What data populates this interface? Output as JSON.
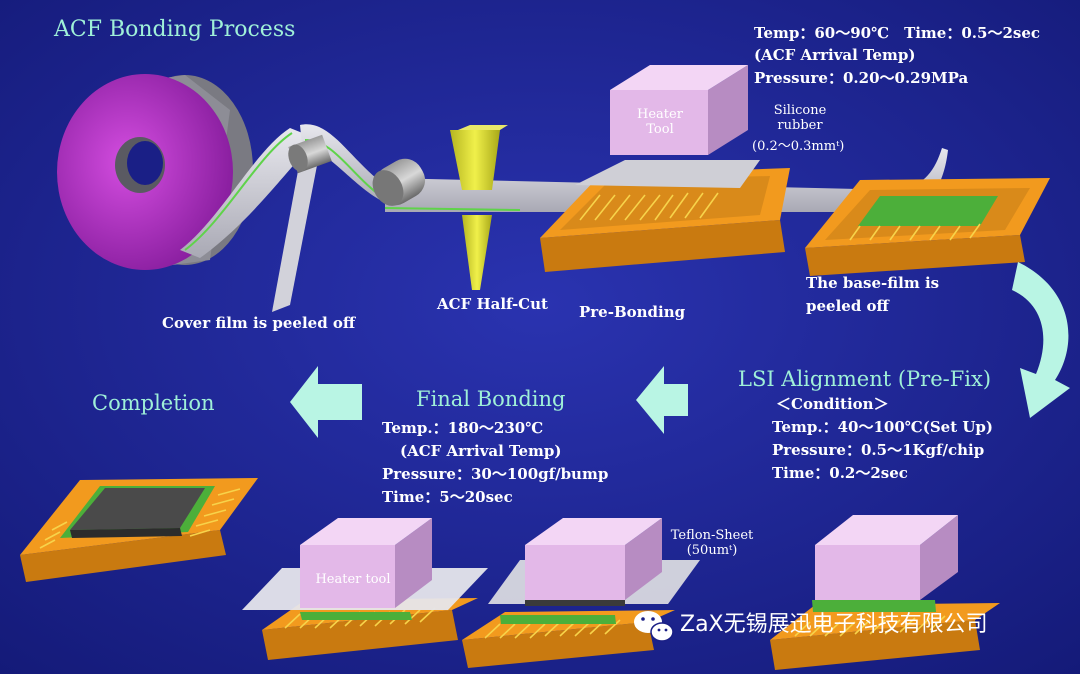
{
  "title": "ACF Bonding Process",
  "top_spec": {
    "line1": "Temp：60～90℃　Time：0.5～2sec",
    "line2": "(ACF Arrival Temp)",
    "line3": "Pressure：0.20～0.29MPa"
  },
  "heater_tool_top": {
    "line1": "Heater",
    "line2": "Tool"
  },
  "silicone": {
    "line1": "Silicone",
    "line2": "rubber",
    "line3": "(0.2～0.3mmᵗ)"
  },
  "labels": {
    "cover_film": "Cover film is peeled off",
    "acf_half_cut": "ACF Half-Cut",
    "pre_bonding": "Pre-Bonding",
    "base_film_1": "The base-film is",
    "base_film_2": "peeled off"
  },
  "lsi": {
    "heading": "LSI Alignment (Pre-Fix)",
    "condition": "＜Condition＞",
    "temp": "Temp.：40～100℃(Set Up)",
    "pressure": "Pressure：0.5～1Kgf/chip",
    "time": "Time：0.2～2sec"
  },
  "final": {
    "heading": "Final Bonding",
    "temp": "Temp.：180～230℃",
    "arrival": "(ACF Arrival Temp)",
    "pressure": "Pressure：30～100gf/bump",
    "time": "Time：5～20sec"
  },
  "completion": "Completion",
  "heater_tool_bottom": "Heater tool",
  "teflon": {
    "line1": "Teflon-Sheet",
    "line2": "(50umᵗ)"
  },
  "watermark": "ZaX无锡展迅电子科技有限公司",
  "colors": {
    "background": "#1a1f86",
    "title_text": "#9ff0d8",
    "arrow": "#b9f5e4",
    "substrate": "#f29a1e",
    "heater": "#e3b8e8",
    "reel": "#b02cc4",
    "acf": "#5fd34a"
  }
}
